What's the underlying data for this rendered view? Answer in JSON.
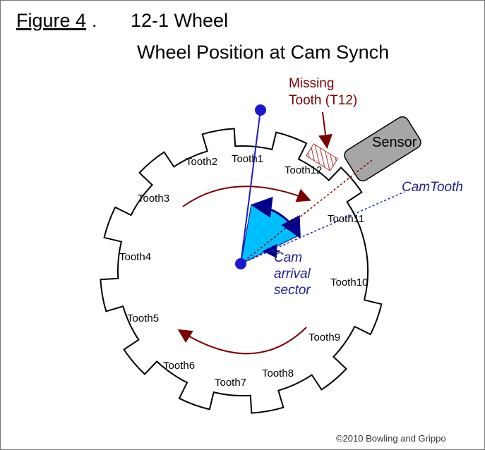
{
  "header": {
    "figure_label": "Figure 4",
    "figure_dot": ".",
    "title": "12-1 Wheel",
    "subtitle": "Wheel Position at Cam Synch"
  },
  "teeth": [
    {
      "name": "tooth-1",
      "label": "Tooth1"
    },
    {
      "name": "tooth-2",
      "label": "Tooth2"
    },
    {
      "name": "tooth-3",
      "label": "Tooth3"
    },
    {
      "name": "tooth-4",
      "label": "Tooth4"
    },
    {
      "name": "tooth-5",
      "label": "Tooth5"
    },
    {
      "name": "tooth-6",
      "label": "Tooth6"
    },
    {
      "name": "tooth-7",
      "label": "Tooth7"
    },
    {
      "name": "tooth-8",
      "label": "Tooth8"
    },
    {
      "name": "tooth-9",
      "label": "Tooth9"
    },
    {
      "name": "tooth-10",
      "label": "Tooth10"
    },
    {
      "name": "tooth-11",
      "label": "Tooth11"
    },
    {
      "name": "tooth-12",
      "label": "Tooth12"
    }
  ],
  "annotations": {
    "missing_tooth_line1": "Missing",
    "missing_tooth_line2": "Tooth (T12)",
    "sensor": "Sensor",
    "cam_tooth": "CamTooth",
    "cam_sector_line1": "Cam",
    "cam_sector_line2": "arrival",
    "cam_sector_line3": "sector"
  },
  "footer": {
    "copyright": "©2010 Bowling and Grippo"
  },
  "colors": {
    "wheel_outline": "#000000",
    "rotation_arrow": "#7a0000",
    "missing_tooth_hatch": "#b03030",
    "pointer": "#1a1ad0",
    "sector_fill": "#00bfff",
    "sector_arrow": "#00008b",
    "sensor_fill": "#a6a6a6",
    "label_blue": "#1f1f8f",
    "label_red": "#7a0000"
  }
}
